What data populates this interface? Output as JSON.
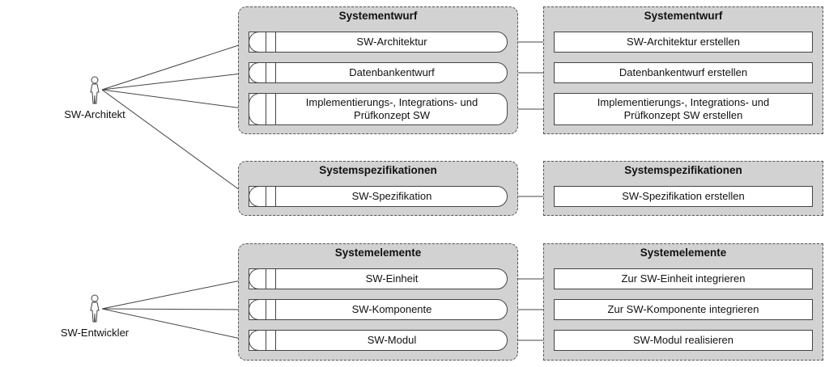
{
  "actors": {
    "architekt": {
      "name": "SW-Architekt",
      "icon": "stick-figure-icon"
    },
    "entwickler": {
      "name": "SW-Entwickler",
      "icon": "stick-figure-icon"
    }
  },
  "groups": {
    "entwurf": {
      "left_title": "Systementwurf",
      "right_title": "Systementwurf",
      "artifacts": [
        "SW-Architektur",
        "Datenbankentwurf",
        "Implementierungs-, Integrations- und\nPrüfkonzept SW"
      ],
      "activities": [
        "SW-Architektur erstellen",
        "Datenbankentwurf erstellen",
        "Implementierungs-, Integrations- und\nPrüfkonzept SW erstellen"
      ]
    },
    "spezifikationen": {
      "left_title": "Systemspezifikationen",
      "right_title": "Systemspezifikationen",
      "artifacts": [
        "SW-Spezifikation"
      ],
      "activities": [
        "SW-Spezifikation erstellen"
      ]
    },
    "elemente": {
      "left_title": "Systemelemente",
      "right_title": "Systemelemente",
      "artifacts": [
        "SW-Einheit",
        "SW-Komponente",
        "SW-Modul"
      ],
      "activities": [
        "Zur SW-Einheit integrieren",
        "Zur SW-Komponente integrieren",
        "SW-Modul realisieren"
      ]
    }
  },
  "colors": {
    "group_fill": "#d2d2d2",
    "line": "#444444",
    "box_fill": "#ffffff"
  }
}
